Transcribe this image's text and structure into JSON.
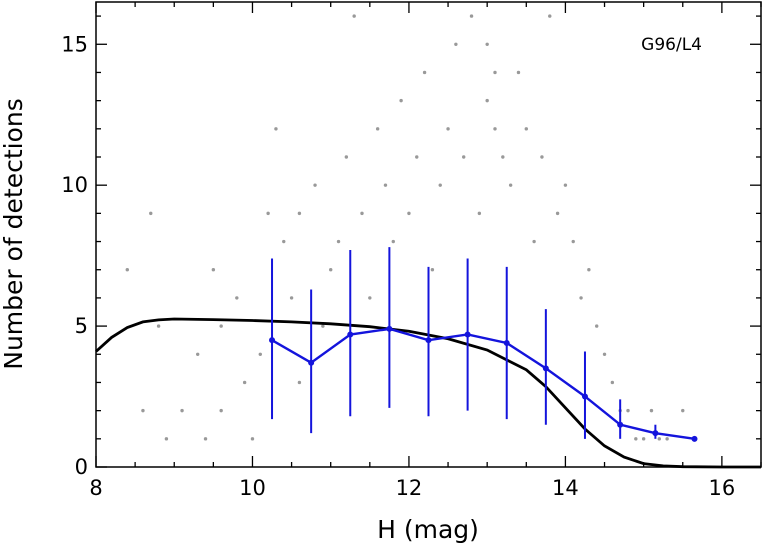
{
  "chart_data": {
    "type": "scatter",
    "title": "",
    "annotation": "G96/L4",
    "xlabel": "H (mag)",
    "ylabel": "Number of detections",
    "xlim": [
      8,
      16.5
    ],
    "ylim": [
      0,
      16.5
    ],
    "x_ticks": [
      8,
      10,
      12,
      14,
      16
    ],
    "y_ticks": [
      0,
      5,
      10,
      15
    ],
    "x_tick_labels": [
      "8",
      "10",
      "12",
      "14",
      "16"
    ],
    "y_tick_labels": [
      "0",
      "5",
      "10",
      "15"
    ],
    "grid": false,
    "legend": "none",
    "colors": {
      "points": "#999999",
      "binned": "#1414dc",
      "model": "#000000"
    },
    "series": [
      {
        "kind": "scatter-points",
        "points": [
          [
            8.4,
            7
          ],
          [
            8.7,
            9
          ],
          [
            8.8,
            5
          ],
          [
            8.6,
            2
          ],
          [
            8.9,
            1
          ],
          [
            9.1,
            2
          ],
          [
            9.3,
            4
          ],
          [
            9.5,
            7
          ],
          [
            9.6,
            5
          ],
          [
            9.6,
            2
          ],
          [
            9.4,
            1
          ],
          [
            9.8,
            6
          ],
          [
            9.9,
            3
          ],
          [
            10.0,
            1
          ],
          [
            10.1,
            4
          ],
          [
            10.2,
            9
          ],
          [
            10.3,
            12
          ],
          [
            10.4,
            8
          ],
          [
            10.5,
            6
          ],
          [
            10.6,
            3
          ],
          [
            10.6,
            9
          ],
          [
            10.8,
            10
          ],
          [
            10.9,
            5
          ],
          [
            11.0,
            7
          ],
          [
            11.1,
            8
          ],
          [
            11.2,
            11
          ],
          [
            11.3,
            16
          ],
          [
            11.4,
            9
          ],
          [
            11.5,
            6
          ],
          [
            11.6,
            12
          ],
          [
            11.7,
            10
          ],
          [
            11.8,
            8
          ],
          [
            11.9,
            13
          ],
          [
            12.0,
            9
          ],
          [
            12.1,
            11
          ],
          [
            12.2,
            14
          ],
          [
            12.3,
            7
          ],
          [
            12.4,
            10
          ],
          [
            12.5,
            12
          ],
          [
            12.6,
            15
          ],
          [
            12.7,
            11
          ],
          [
            12.8,
            16
          ],
          [
            12.9,
            9
          ],
          [
            13.0,
            13
          ],
          [
            13.0,
            15
          ],
          [
            13.1,
            12
          ],
          [
            13.1,
            14
          ],
          [
            13.2,
            11
          ],
          [
            13.3,
            10
          ],
          [
            13.4,
            14
          ],
          [
            13.5,
            12
          ],
          [
            13.6,
            8
          ],
          [
            13.7,
            11
          ],
          [
            13.8,
            16
          ],
          [
            13.9,
            9
          ],
          [
            14.0,
            10
          ],
          [
            14.1,
            8
          ],
          [
            14.2,
            6
          ],
          [
            14.3,
            7
          ],
          [
            14.4,
            5
          ],
          [
            14.5,
            4
          ],
          [
            14.6,
            3
          ],
          [
            14.7,
            2
          ],
          [
            14.8,
            2
          ],
          [
            14.9,
            1
          ],
          [
            15.0,
            1
          ],
          [
            15.1,
            2
          ],
          [
            15.2,
            1
          ],
          [
            15.3,
            1
          ],
          [
            15.5,
            2
          ]
        ]
      },
      {
        "kind": "binned-mean-with-errorbars",
        "points": [
          {
            "x": 10.25,
            "y": 4.5,
            "ylow": 1.7,
            "yhigh": 7.4
          },
          {
            "x": 10.75,
            "y": 3.7,
            "ylow": 1.2,
            "yhigh": 6.3
          },
          {
            "x": 11.25,
            "y": 4.7,
            "ylow": 1.8,
            "yhigh": 7.7
          },
          {
            "x": 11.75,
            "y": 4.9,
            "ylow": 2.1,
            "yhigh": 7.8
          },
          {
            "x": 12.25,
            "y": 4.5,
            "ylow": 1.8,
            "yhigh": 7.1
          },
          {
            "x": 12.75,
            "y": 4.7,
            "ylow": 2.0,
            "yhigh": 7.4
          },
          {
            "x": 13.25,
            "y": 4.4,
            "ylow": 1.7,
            "yhigh": 7.1
          },
          {
            "x": 13.75,
            "y": 3.5,
            "ylow": 1.5,
            "yhigh": 5.6
          },
          {
            "x": 14.25,
            "y": 2.5,
            "ylow": 1.0,
            "yhigh": 4.1
          },
          {
            "x": 14.7,
            "y": 1.5,
            "ylow": 1.0,
            "yhigh": 2.4
          },
          {
            "x": 15.15,
            "y": 1.2,
            "ylow": 1.0,
            "yhigh": 1.5
          },
          {
            "x": 15.65,
            "y": 1.0,
            "ylow": 1.0,
            "yhigh": 1.0
          }
        ]
      },
      {
        "kind": "model-curve",
        "points": [
          [
            8.0,
            4.1
          ],
          [
            8.2,
            4.6
          ],
          [
            8.4,
            4.95
          ],
          [
            8.6,
            5.15
          ],
          [
            8.8,
            5.22
          ],
          [
            9.0,
            5.25
          ],
          [
            9.5,
            5.23
          ],
          [
            10.0,
            5.2
          ],
          [
            10.5,
            5.15
          ],
          [
            11.0,
            5.08
          ],
          [
            11.5,
            4.98
          ],
          [
            12.0,
            4.82
          ],
          [
            12.5,
            4.55
          ],
          [
            13.0,
            4.15
          ],
          [
            13.5,
            3.45
          ],
          [
            13.75,
            2.85
          ],
          [
            14.0,
            2.1
          ],
          [
            14.25,
            1.35
          ],
          [
            14.5,
            0.75
          ],
          [
            14.75,
            0.35
          ],
          [
            15.0,
            0.12
          ],
          [
            15.25,
            0.04
          ],
          [
            15.5,
            0.01
          ],
          [
            16.0,
            0.0
          ],
          [
            16.5,
            0.0
          ]
        ]
      }
    ]
  }
}
